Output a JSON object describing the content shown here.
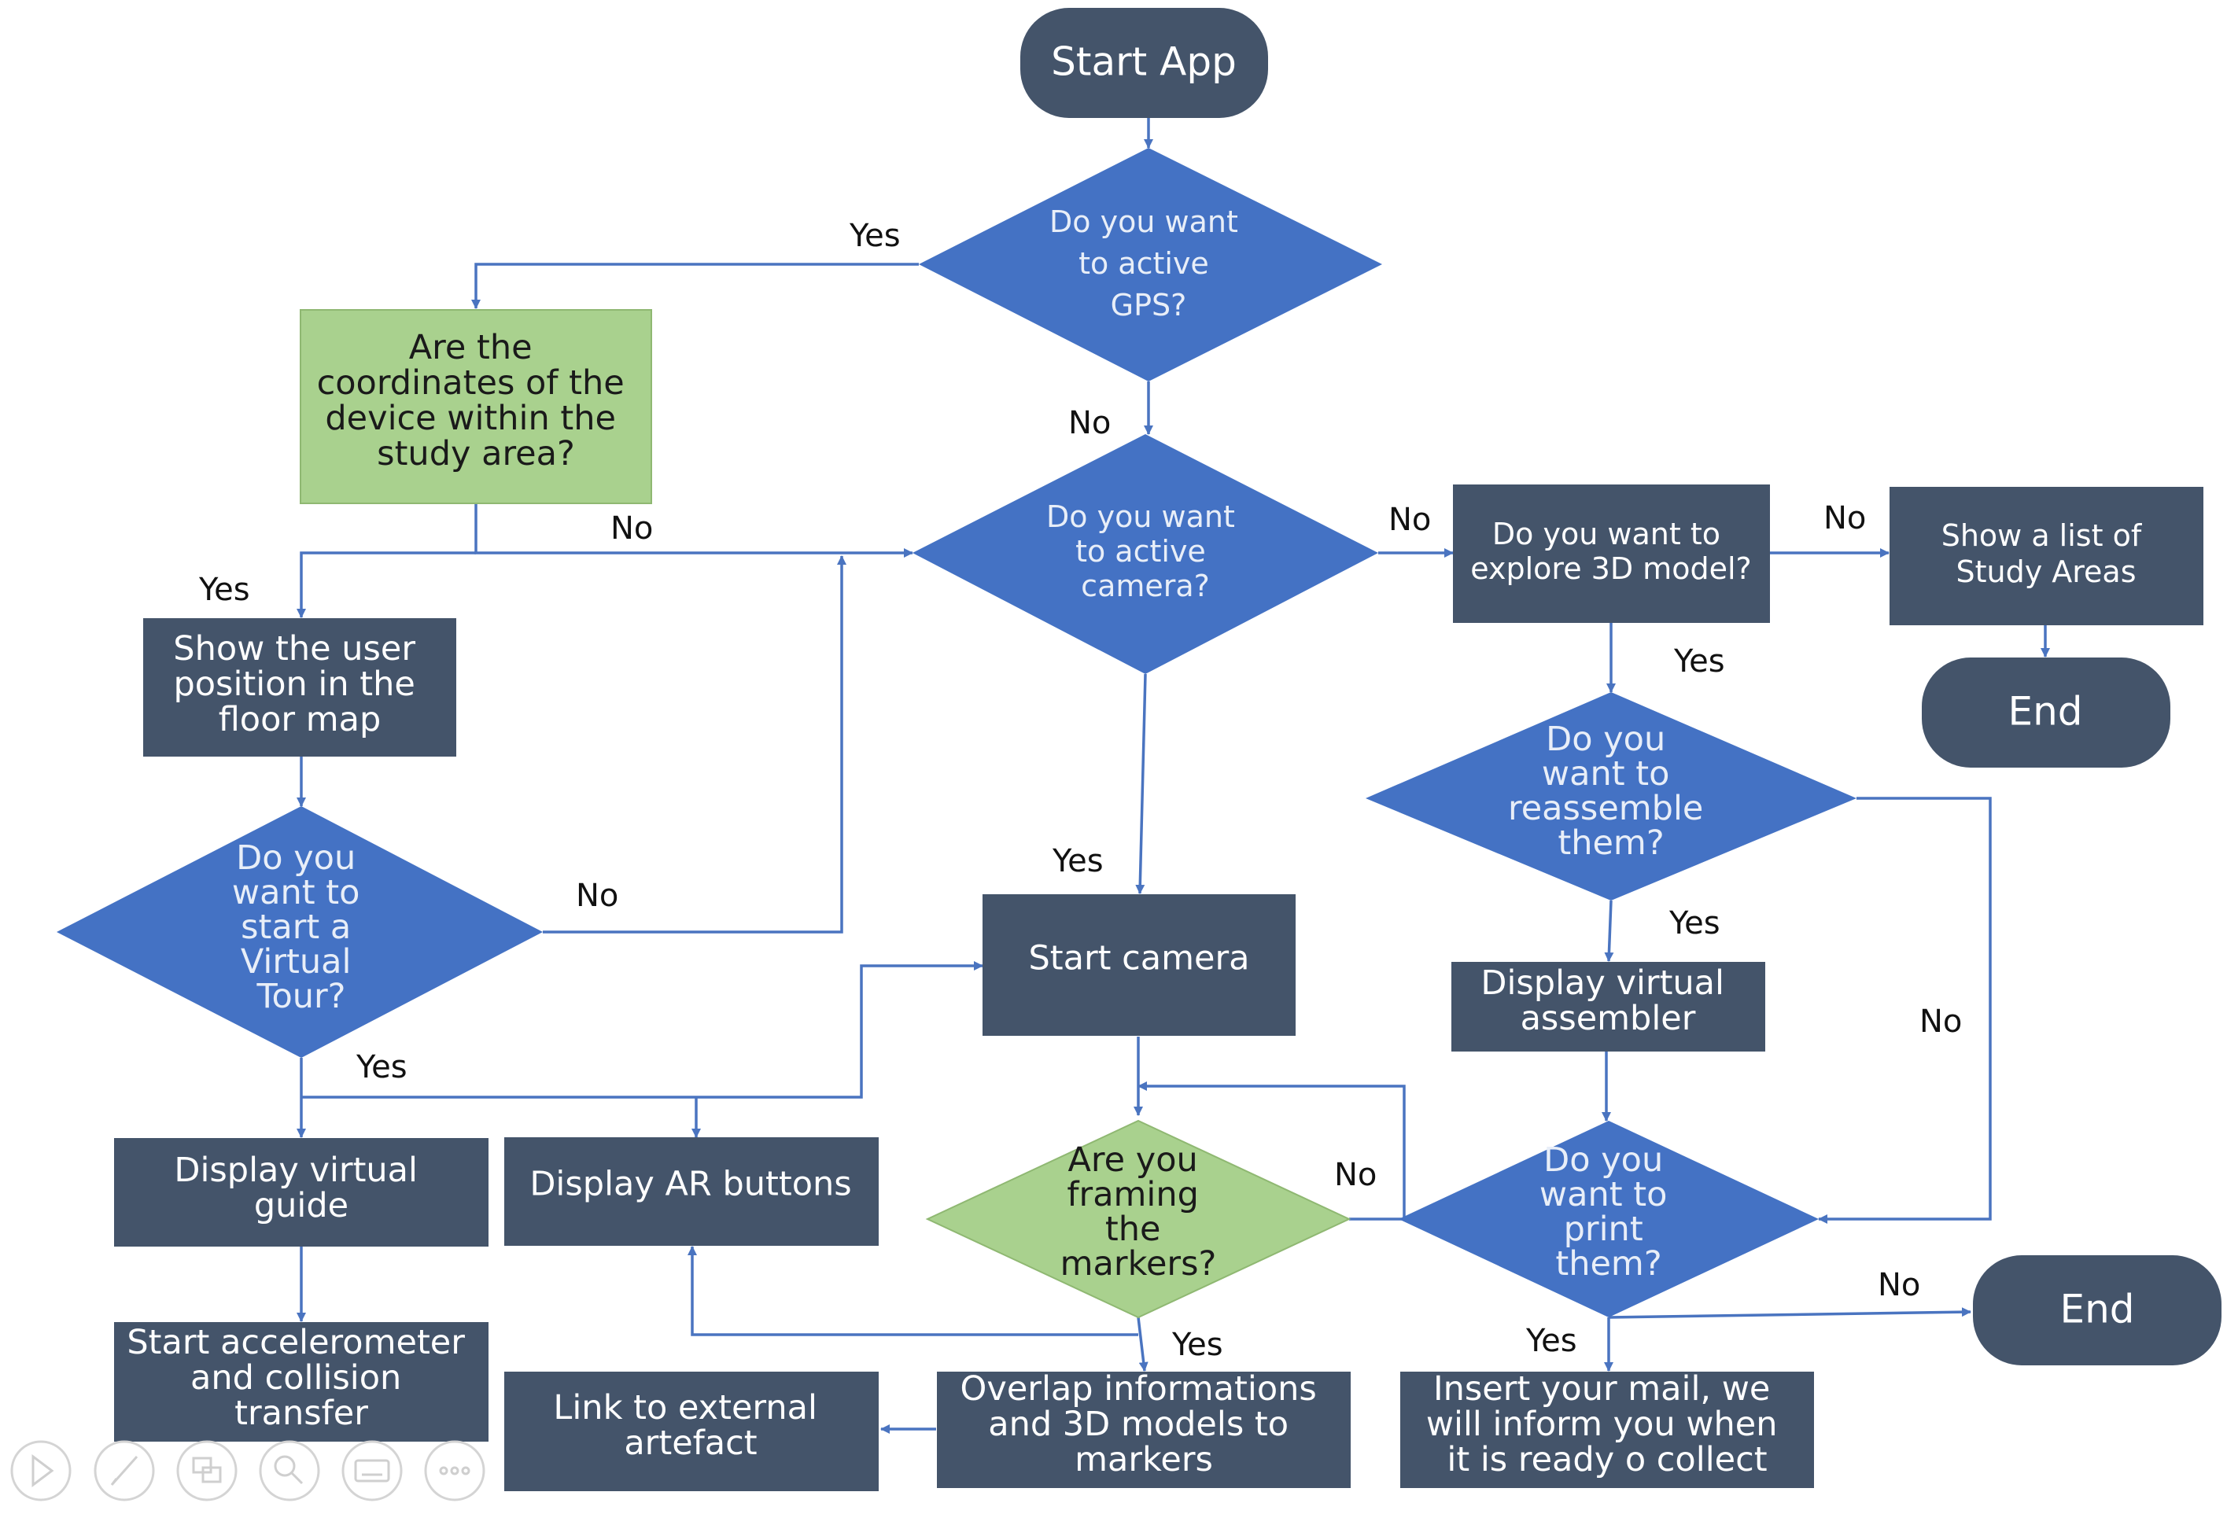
{
  "nodes": {
    "start_app": "Start App",
    "gps": [
      "Do you want",
      "to active",
      "GPS?"
    ],
    "coords": [
      "Are the",
      "coordinates of the",
      "device within the",
      "study area?"
    ],
    "camera_q": [
      "Do you want",
      "to active",
      "camera?"
    ],
    "explore3d": [
      "Do you want to",
      "explore 3D model?"
    ],
    "study_list": [
      "Show a list of",
      "Study Areas"
    ],
    "end_top": "End",
    "user_pos": [
      "Show the user",
      "position in the",
      "floor map"
    ],
    "virtual_tour": [
      "Do you",
      "want to",
      "start a",
      "Virtual",
      "Tour?"
    ],
    "reassemble": [
      "Do you",
      "want to",
      "reassemble",
      "them?"
    ],
    "start_camera": "Start camera",
    "virtual_assembler": [
      "Display virtual",
      "assembler"
    ],
    "virtual_guide": [
      "Display virtual",
      "guide"
    ],
    "ar_buttons": "Display AR buttons",
    "framing": [
      "Are you",
      "framing",
      "the",
      "markers?"
    ],
    "print": [
      "Do you",
      "want to",
      "print",
      "them?"
    ],
    "end_bottom": "End",
    "accelerometer": [
      "Start accelerometer",
      "and collision",
      "transfer"
    ],
    "external": [
      "Link to external",
      "artefact"
    ],
    "overlap": [
      "Overlap informations",
      "and  3D models to",
      "markers"
    ],
    "mail": [
      "Insert your mail, we",
      "will inform you when",
      "it is ready o collect"
    ]
  },
  "labels": {
    "gps_yes": "Yes",
    "gps_no": "No",
    "coords_no": "No",
    "coords_yes": "Yes",
    "camera_no": "No",
    "explore_no": "No",
    "explore_yes": "Yes",
    "tour_no": "No",
    "camera_yes": "Yes",
    "reassemble_yes": "Yes",
    "reassemble_no": "No",
    "tour_yes": "Yes",
    "framing_no": "No",
    "print_no": "No",
    "framing_yes": "Yes",
    "print_yes": "Yes"
  },
  "toolbar": {
    "icons": [
      "play-icon",
      "pen-icon",
      "slides-icon",
      "zoom-icon",
      "subtitles-icon",
      "more-icon"
    ]
  },
  "colors": {
    "dark_box": "#44546a",
    "diamond_blue": "#4472c4",
    "green": "#a9d18e",
    "connector": "#4a74c0"
  }
}
